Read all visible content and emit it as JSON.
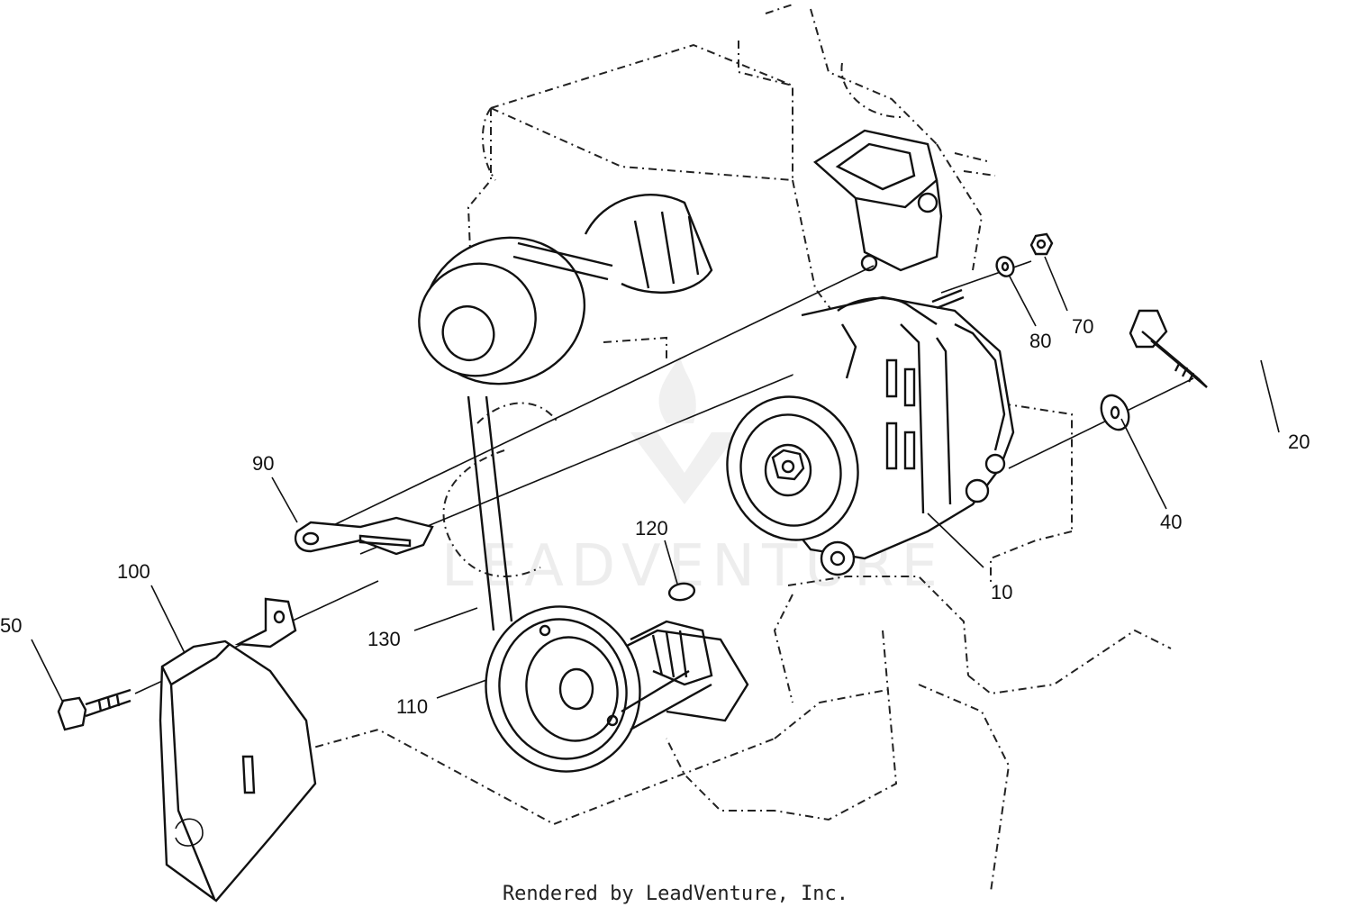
{
  "watermark": "LEADVENTURE",
  "credit": "Rendered by LeadVenture, Inc.",
  "callouts": {
    "c10": "10",
    "c20": "20",
    "c40": "40",
    "c50": "50",
    "c70": "70",
    "c80": "80",
    "c90": "90",
    "c100": "100",
    "c110": "110",
    "c120": "120",
    "c130": "130"
  },
  "colors": {
    "line": "#111111",
    "background": "#ffffff",
    "watermark": "#d9d9d9"
  }
}
